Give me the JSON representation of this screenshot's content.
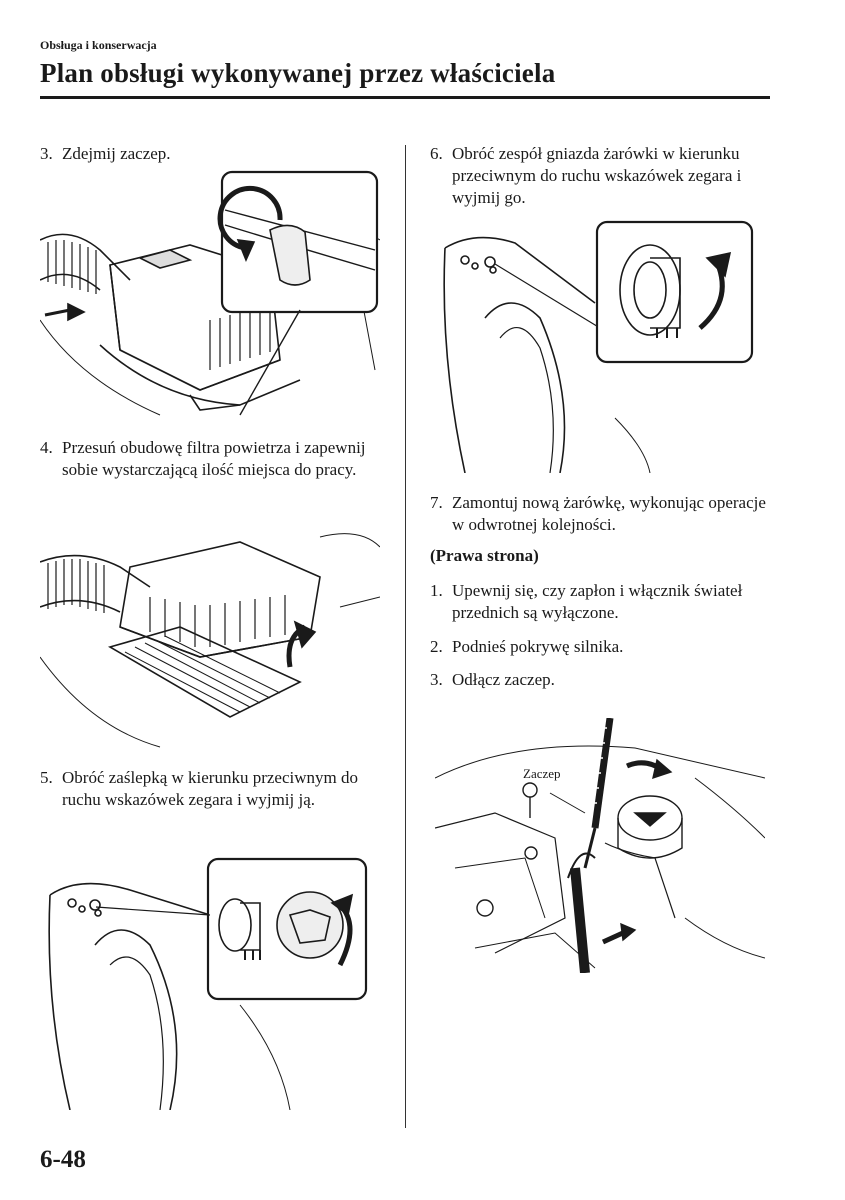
{
  "header": {
    "section": "Obsługa i konserwacja",
    "title": "Plan obsługi wykonywanej przez właściciela"
  },
  "left_column": {
    "steps": [
      {
        "num": "3.",
        "text": "Zdejmij zaczep."
      },
      {
        "num": "4.",
        "text": "Przesuń obudowę filtra powietrza i zapewnij sobie wystarczającą ilość miejsca do pracy."
      },
      {
        "num": "5.",
        "text": "Obróć zaślepką w kierunku przeciwnym do ruchu wskazówek zegara i wyjmij ją."
      }
    ]
  },
  "right_column": {
    "steps_top": [
      {
        "num": "6.",
        "text": "Obróć zespół gniazda żarówki w kierunku przeciwnym do ruchu wskazówek zegara i wyjmij go."
      },
      {
        "num": "7.",
        "text": "Zamontuj nową żarówkę, wykonując operacje w odwrotnej kolejności."
      }
    ],
    "subheading": "(Prawa strona)",
    "steps_bottom": [
      {
        "num": "1.",
        "text": "Upewnij się, czy zapłon i włącznik świateł przednich są wyłączone."
      },
      {
        "num": "2.",
        "text": "Podnieś pokrywę silnika."
      },
      {
        "num": "3.",
        "text": "Odłącz zaczep."
      }
    ],
    "callout_label": "Zaczep"
  },
  "footer": {
    "page_number": "6-48"
  }
}
